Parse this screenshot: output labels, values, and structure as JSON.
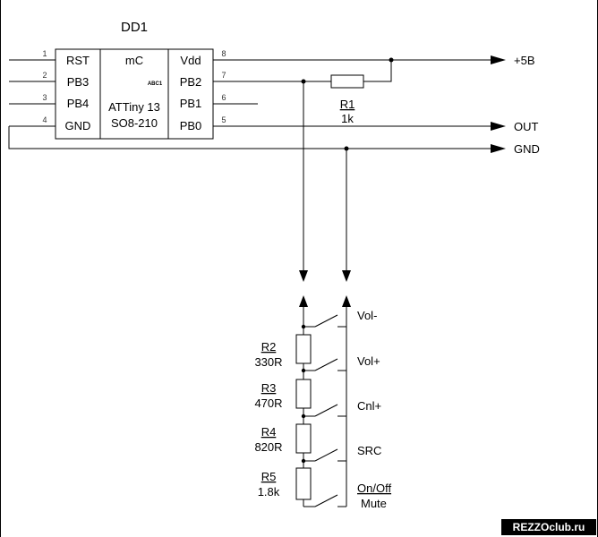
{
  "chip": {
    "designator": "DD1",
    "name_top": "mC",
    "mark": "ABC1",
    "model": "ATTiny 13",
    "package": "SO8-210",
    "left_pins": [
      {
        "num": "1",
        "name": "RST"
      },
      {
        "num": "2",
        "name": "PB3"
      },
      {
        "num": "3",
        "name": "PB4"
      },
      {
        "num": "4",
        "name": "GND"
      }
    ],
    "right_pins": [
      {
        "num": "8",
        "name": "Vdd"
      },
      {
        "num": "7",
        "name": "PB2"
      },
      {
        "num": "6",
        "name": "PB1"
      },
      {
        "num": "5",
        "name": "PB0"
      }
    ]
  },
  "nets": {
    "vcc": "+5B",
    "out": "OUT",
    "gnd": "GND"
  },
  "resistors": [
    {
      "ref": "R1",
      "value": "1k"
    },
    {
      "ref": "R2",
      "value": "330R"
    },
    {
      "ref": "R3",
      "value": "470R"
    },
    {
      "ref": "R4",
      "value": "820R"
    },
    {
      "ref": "R5",
      "value": "1.8k"
    }
  ],
  "buttons": {
    "vol_minus": "Vol-",
    "vol_plus": "Vol+",
    "cnl_plus": "Cnl+",
    "src": "SRC",
    "onoff": "On/Off",
    "mute": "Mute"
  },
  "watermark": "REZZOclub.ru",
  "colors": {
    "line": "#000000",
    "background": "#ffffff",
    "pin_number": "#333333"
  }
}
